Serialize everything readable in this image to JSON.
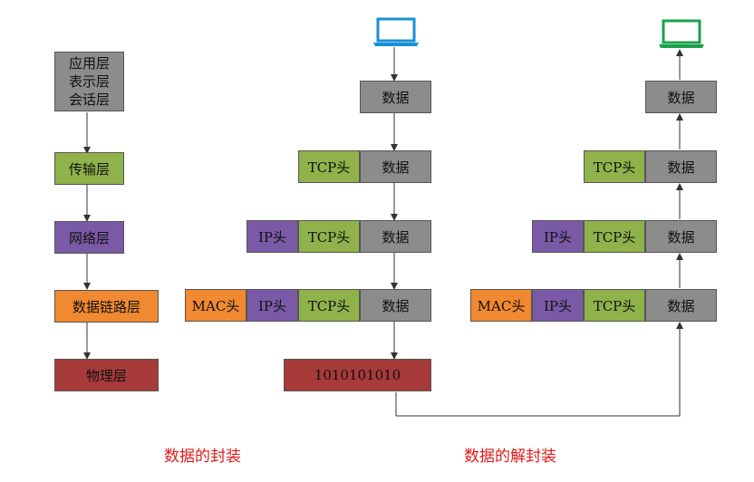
{
  "left_stack": {
    "app_layers": [
      "应用层",
      "表示层",
      "会话层"
    ],
    "transport": "传输层",
    "network": "网络层",
    "datalink": "数据链路层",
    "physical": "物理层"
  },
  "labels": {
    "data": "数据",
    "tcp_header": "TCP头",
    "ip_header": "IP头",
    "mac_header": "MAC头",
    "bits": "1010101010"
  },
  "captions": {
    "encapsulation": "数据的封装",
    "decapsulation": "数据的解封装"
  },
  "colors": {
    "data": "#8c8c8c",
    "tcp": "#8fb24a",
    "ip": "#7a5aa6",
    "mac": "#f0892f",
    "physical": "#a73a3a",
    "sender_laptop": "#1a8fd6",
    "receiver_laptop": "#1aa14a",
    "caption": "#e01b1b"
  },
  "icons": {
    "sender": "laptop-icon",
    "receiver": "laptop-icon"
  }
}
